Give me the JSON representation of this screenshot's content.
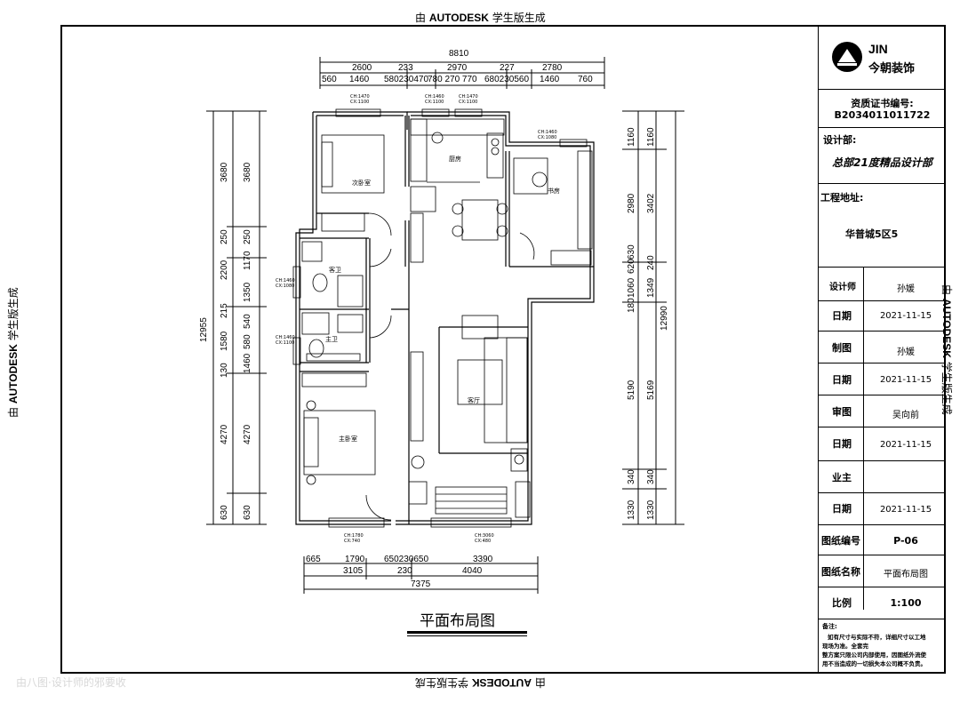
{
  "watermark": {
    "prefix": "由",
    "brand": "AUTODESK",
    "suffix": "学生版生成"
  },
  "logo": {
    "brand_en": "JIN",
    "brand_cn": "今朝装饰"
  },
  "title_block": {
    "cert_label": "资质证书编号:",
    "cert_value": "B2034011011722",
    "dept_label": "设计部:",
    "dept_value": "总部21度精品设计部",
    "address_label": "工程地址:",
    "address_value": "华普城5区5",
    "rows": [
      {
        "label": "设计师",
        "value": "孙媛"
      },
      {
        "label": "日期",
        "value": "2021-11-15"
      },
      {
        "label": "制图",
        "value": "孙媛"
      },
      {
        "label": "日期",
        "value": "2021-11-15"
      },
      {
        "label": "审图",
        "value": "吴向前"
      },
      {
        "label": "日期",
        "value": "2021-11-15"
      },
      {
        "label": "业主",
        "value": ""
      },
      {
        "label": "日期",
        "value": "2021-11-15"
      },
      {
        "label": "图纸编号",
        "value": "P-06"
      },
      {
        "label": "图纸名称",
        "value": "平面布局图"
      },
      {
        "label": "比例",
        "value": "1:100"
      }
    ],
    "notes_title": "备注:",
    "notes": [
      "如有尺寸与实际不符，详细尺寸以工地",
      "现场为准。全套完",
      "整方案只限公司内部使用，因图纸外流使",
      "用不当造成的一切损失本公司概不负责。"
    ]
  },
  "plan": {
    "title": "平面布局图",
    "top_total": "8810",
    "top_row1": [
      "2600",
      "233",
      "2970",
      "227",
      "2780"
    ],
    "top_row2": [
      "560",
      "1460",
      "580230470",
      "780 270 770",
      "680230560",
      "1460",
      "760"
    ],
    "bottom_row1": [
      "665",
      "1790",
      "650230650",
      "3390"
    ],
    "bottom_row2": [
      "3105",
      "230",
      "4040"
    ],
    "bottom_total": "7375",
    "left_total": "12955",
    "left_outer": [
      "3680",
      "250",
      "2200",
      "215",
      "1580",
      "130",
      "4270",
      "630"
    ],
    "left_inner": [
      "3680",
      "250",
      "1170",
      "1350",
      "540",
      "580",
      "1460",
      "4270",
      "630"
    ],
    "right_total": "12990",
    "right_outer": [
      "1160",
      "2980",
      "180",
      "5190",
      "340",
      "1330"
    ],
    "right_inner": [
      "1160",
      "3402",
      "1349",
      "5169",
      "340",
      "1330"
    ],
    "right_extra": [
      "630",
      "620",
      "1060",
      "240"
    ],
    "rooms": {
      "bedroom2": "次卧室",
      "kitchen": "厨房",
      "study": "书房",
      "guest_bath": "客卫",
      "master_bath": "主卫",
      "master_bedroom": "主卧室",
      "living": "客厅"
    },
    "windows": {
      "w1": [
        "CH:1470",
        "CX:1100"
      ],
      "w2": [
        "CH:1460",
        "CX:1100"
      ],
      "w3": [
        "CH:1470",
        "CX:1100"
      ],
      "w4": [
        "CH:1460",
        "CX:1080"
      ],
      "w5": [
        "CH:1460",
        "CX:1080"
      ],
      "w6": [
        "CH:1460",
        "CX:1100"
      ],
      "w7": [
        "CH:1780",
        "CX:740"
      ],
      "w8": [
        "CH:3060",
        "CX:480"
      ]
    }
  },
  "footer_watermark": "由八图·设计师的邪要收"
}
